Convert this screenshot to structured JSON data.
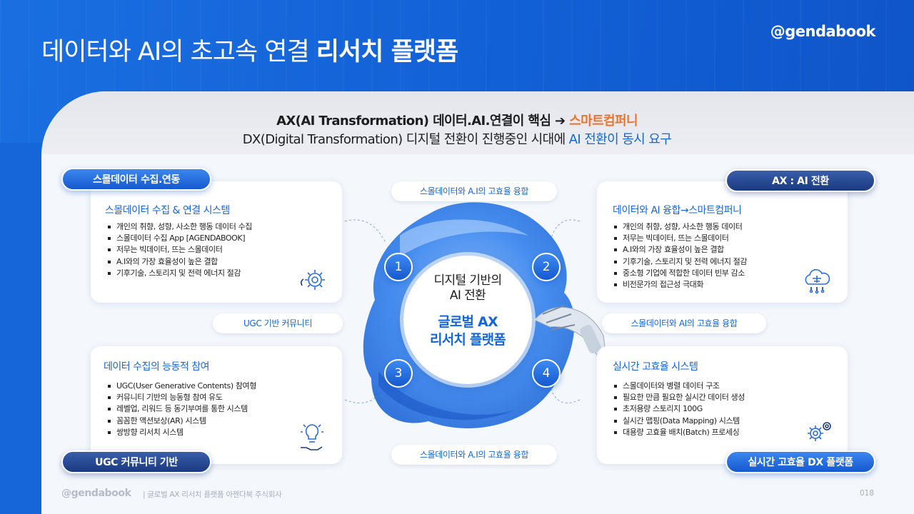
{
  "header": {
    "title_regular": "데이터와 AI의 초고속 연결 ",
    "title_bold": "리서치 플랫폼",
    "logo": "@gendabook"
  },
  "subtitle": {
    "line1_main": "AX(AI Transformation) 데이터.AI.연결이 핵심 ➔ ",
    "line1_highlight": "스마트컴퍼니",
    "line2_main": "DX(Digital Transformation) 디지털 전환이 진행중인 시대에 ",
    "line2_highlight": "AI 전환이 동시 요구"
  },
  "center": {
    "line1": "디지털 기반의",
    "line2": "AI 전환",
    "line3": "글로벌 AX",
    "line4": "리서치 플랫폼"
  },
  "numbers": [
    "1",
    "2",
    "3",
    "4"
  ],
  "connectors": {
    "top": "스몰데이터와 A.I의 고효율 융합",
    "left": "UGC 기반 커뮤니티",
    "right": "스몰데이터와 AI의 고효율 융합",
    "bottom": "스몰데이터와 A.I의 고효율 융합"
  },
  "cards": [
    {
      "tag": "스몰데이터 수집.연동",
      "title": "스몰데이터 수집 & 연결 시스템",
      "items": [
        "개인의 취향, 성향, 사소한 행동 데이터 수집",
        "스몰데이터 수집 App [AGENDABOOK]",
        "저무는 빅데이터, 뜨는 스몰데이터",
        "A.I와의 가장 효율성이 높은 결합",
        "기후기술, 스토리지 및 전력 에너지 절감"
      ],
      "icon": "gear-lightbulb-icon"
    },
    {
      "tag": "AX : AI 전환",
      "title": "데이터와 AI 융합→스마트컴퍼니",
      "items": [
        "개인의 취향, 성향, 사소한 행동 데이터",
        "저무는 빅데이터, 뜨는 스몰데이터",
        "A.I와의 가장 효율성이 높은 결합",
        "기후기술, 스토리지 및 전력 에너지 절감",
        "중소형 기업에 적합한 데이터 빈부 감소",
        "비전문가의 접근성 극대화"
      ],
      "icon": "cloud-brain-icon"
    },
    {
      "tag": "UGC 커뮤니티 기반",
      "title": "데이터 수집의 능동적 참여",
      "items": [
        "UGC(User Generative Contents) 참여형",
        "커뮤니티 기반의 능동형 참여 유도",
        "레벨업, 리워드 등 동기부여를 통한 시스템",
        "꼼꼼한 액션보상(AR) 시스템",
        "쌍방향 리서치 시스템"
      ],
      "icon": "hand-lightbulb-icon"
    },
    {
      "tag": "실시간 고효율 DX 플랫폼",
      "title": "실시간 고효율 시스템",
      "items": [
        "스몰데이터와 병렬 데이터 구조",
        "필요한 만큼 필요한 실시간 데이터 생성",
        "초저용량 스토리지 100G",
        "실시간 맵핑(Data Mapping) 시스템",
        "대용량 고효율 배치(Batch) 프로세싱"
      ],
      "icon": "gears-icon"
    }
  ],
  "footer": {
    "logo": "@gendabook",
    "text": "|   글로벌 AX 리서치 플랫폼 아젠다북 주식회사",
    "page": "018"
  },
  "colors": {
    "brand_blue": "#1566d8",
    "navy": "#1a3a80",
    "orange": "#e9742f"
  }
}
